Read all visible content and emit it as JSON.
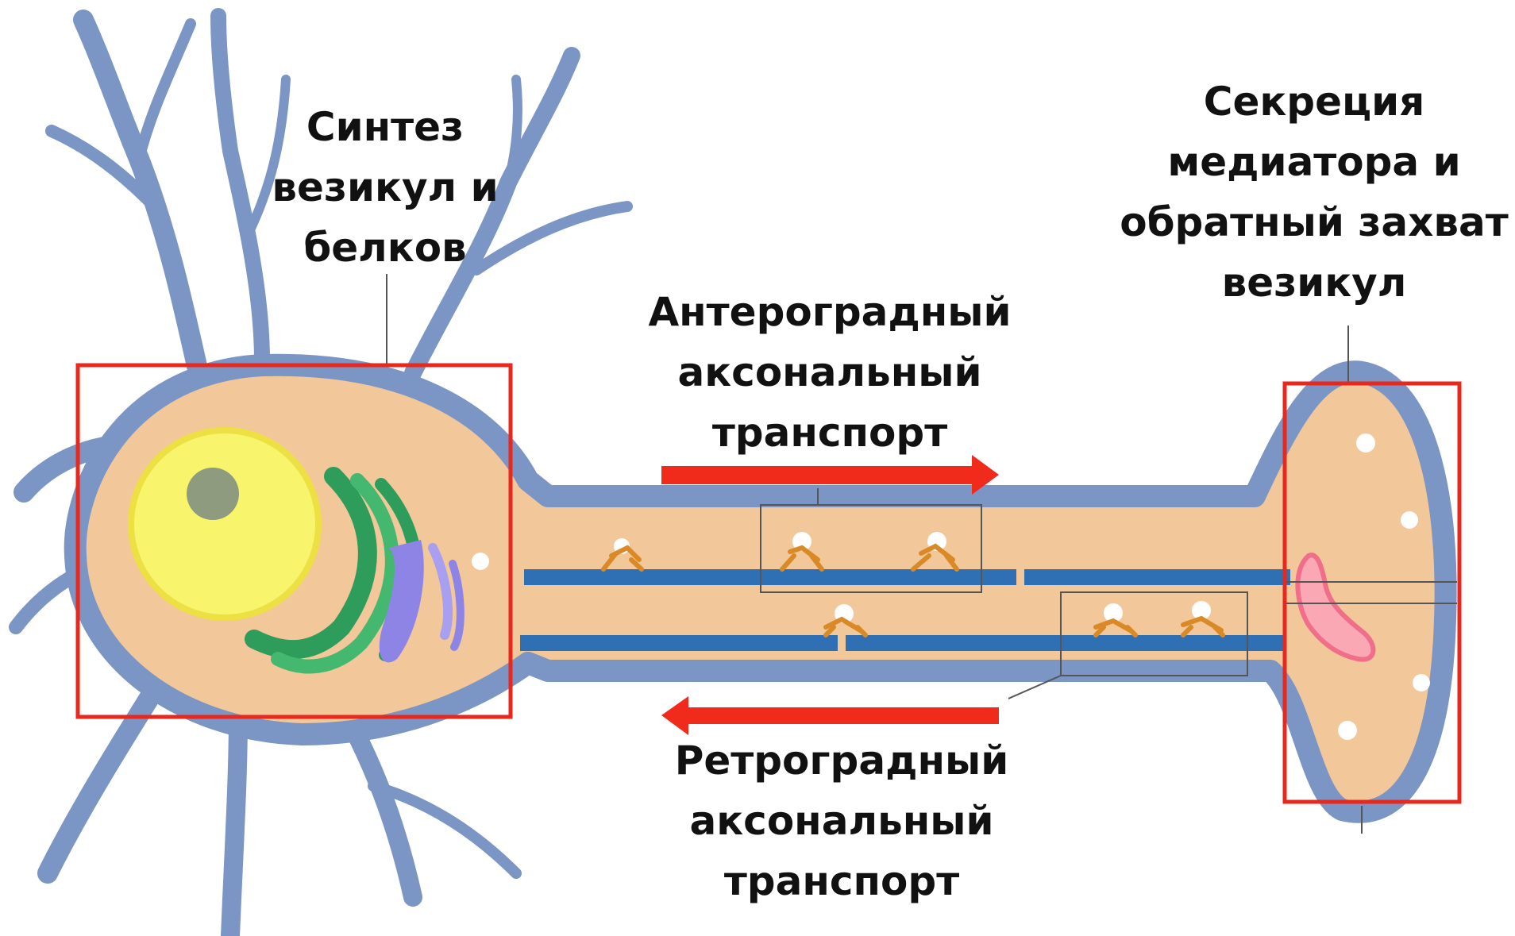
{
  "labels": {
    "soma": [
      "Синтез",
      "везикул и",
      "белков"
    ],
    "terminal": [
      "Секреция",
      "медиатора и",
      "обратный захват",
      "везикул"
    ],
    "anterograde": [
      "Антероградный",
      "аксональный",
      "транспорт"
    ],
    "retrograde": [
      "Ретроградный",
      "аксональный",
      "транспорт"
    ]
  },
  "colors": {
    "membrane": "#7b95c4",
    "cytoplasm": "#f2c79a",
    "nucleus": "#f8f46c",
    "nucleolus": "#8f9b7e",
    "golgi": "#2e9c5a",
    "er": "#8d84e6",
    "microtubule": "#2f6fb4",
    "highlight": "#e8281c",
    "arrow": "#f02b1c",
    "motor": "#d98a26",
    "vesicle": "#ffffff",
    "synaptic_cleft": "#f06e8a"
  }
}
